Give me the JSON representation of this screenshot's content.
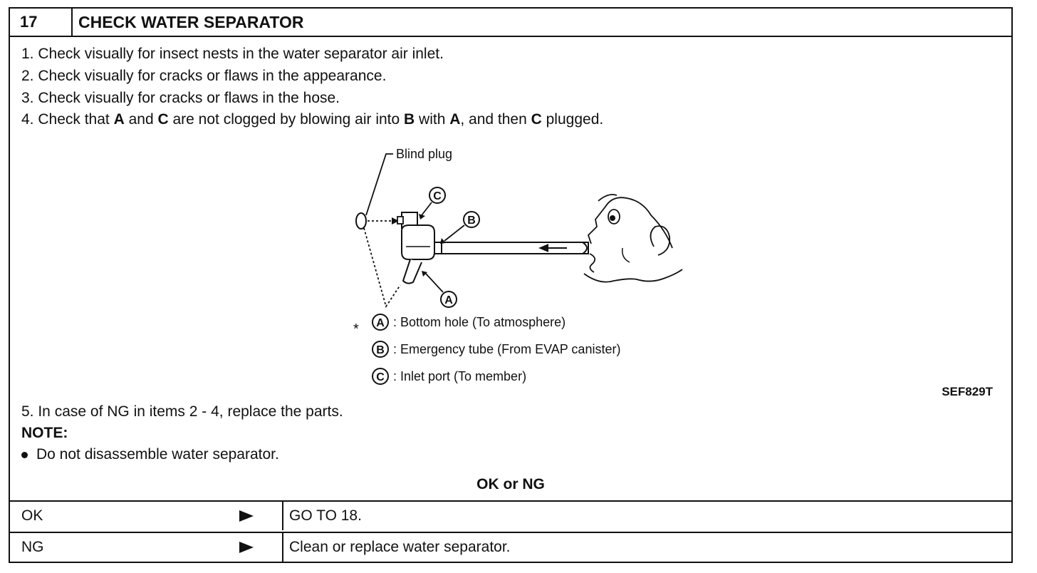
{
  "header": {
    "number": "17",
    "title": "CHECK WATER SEPARATOR"
  },
  "steps": {
    "s1": "1. Check visually for insect nests in the water separator air inlet.",
    "s2": "2. Check visually for cracks or flaws in the appearance.",
    "s3": "3. Check visually for cracks or flaws in the hose.",
    "s4": {
      "p1": "4. Check that ",
      "a": "A",
      "p2": " and ",
      "c": "C",
      "p3": " are not clogged by blowing air into ",
      "b": "B",
      "p4": " with ",
      "a2": "A",
      "p5": ", and then ",
      "c2": "C",
      "p6": " plugged."
    },
    "s5": "5. In case of NG in items 2 - 4, replace the parts."
  },
  "diagram": {
    "blind_plug": "Blind plug",
    "marker_a": "A",
    "marker_b": "B",
    "marker_c": "C",
    "asterisk": "*",
    "legend": [
      {
        "letter": "A",
        "text": ": Bottom hole (To atmosphere)"
      },
      {
        "letter": "B",
        "text": ": Emergency tube (From EVAP canister)"
      },
      {
        "letter": "C",
        "text": ": Inlet port (To member)"
      }
    ],
    "code": "SEF829T"
  },
  "note": {
    "heading": "NOTE:",
    "bullet": "Do not disassemble water separator."
  },
  "result": {
    "heading": "OK or NG",
    "rows": [
      {
        "result": "OK",
        "action": "GO TO 18."
      },
      {
        "result": "NG",
        "action": "Clean or replace water separator."
      }
    ]
  }
}
